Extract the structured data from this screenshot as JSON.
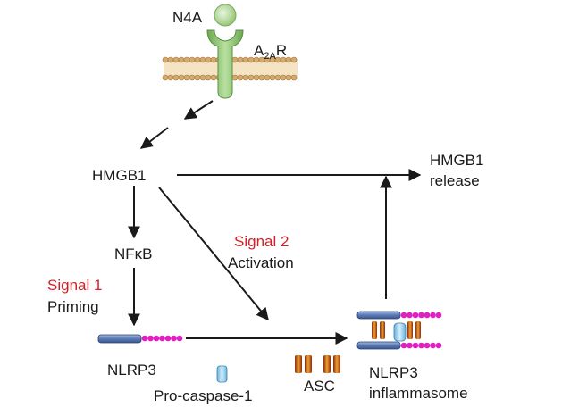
{
  "labels": {
    "ligand": "N4A",
    "receptor_main": "A",
    "receptor_sub": "2A",
    "receptor_tail": "R",
    "hmgb1": "HMGB1",
    "release_line1": "HMGB1",
    "release_line2": "release",
    "nfkb": "NFκB",
    "signal1": "Signal 1",
    "priming": "Priming",
    "signal2": "Signal 2",
    "activation": "Activation",
    "nlrp3": "NLRP3",
    "procaspase": "Pro-caspase-1",
    "asc": "ASC",
    "inflam_line1": "NLRP3",
    "inflam_line2": "inflammasome"
  },
  "colors": {
    "signal_red": "#d22027",
    "receptor_green": "#8cc06a",
    "nlrp3_blue": "#5a78b4",
    "nlrp3_pink": "#e020c0",
    "asc_orange": "#e07818",
    "asc_dark": "#8a2a10",
    "caspase_blue": "#a8d8f0",
    "membrane": "#c8a060"
  }
}
